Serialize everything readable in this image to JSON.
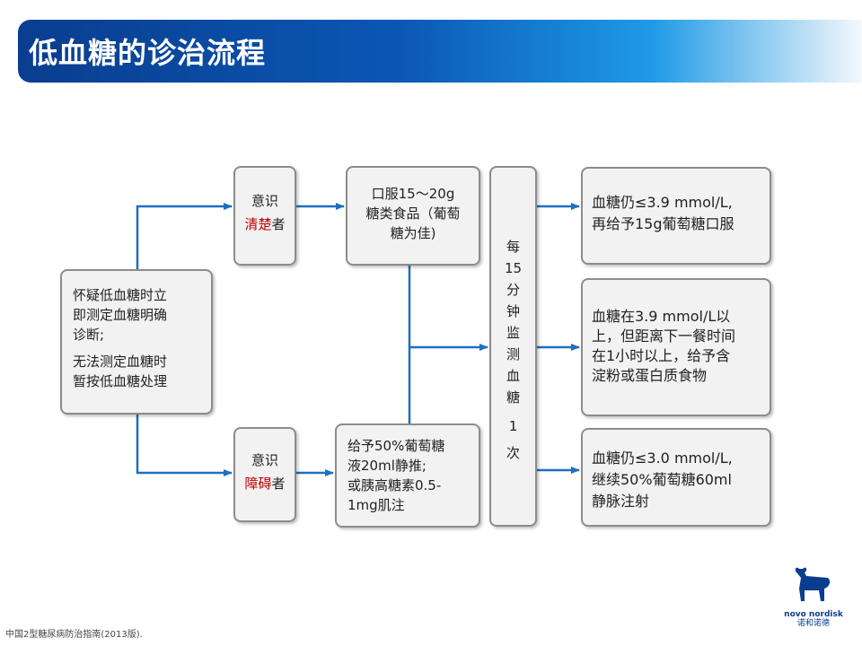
{
  "title": "低血糖的诊治流程",
  "start_box": {
    "line1": "怀疑低血糖时立",
    "line2": "即测定血糖明确",
    "line3": "诊断;",
    "line4": "无法测定血糖时",
    "line5": "暂按低血糖处理"
  },
  "conscious_box": {
    "line1": "意识",
    "red": "清楚",
    "rest": "者"
  },
  "impaired_box": {
    "line1": "意识",
    "red": "障碍",
    "rest": "者"
  },
  "oral_box": {
    "line1": "口服15～20g",
    "line2": "糖类食品（葡萄",
    "line3": "糖为佳)"
  },
  "iv_box": {
    "line1": "给予50%葡萄糖",
    "line2": "液20ml静推;",
    "line3": "或胰高糖素0.5-",
    "line4": "1mg肌注"
  },
  "monitor_box": {
    "chars": [
      "每",
      "15",
      "分",
      "钟",
      "监",
      "测",
      "血",
      "糖",
      "",
      "1",
      "",
      "次"
    ]
  },
  "result_low": {
    "line1": "血糖仍≤3.9 mmol/L,",
    "line2": "再给予15g葡萄糖口服"
  },
  "result_mid": {
    "line1": "血糖在3.9 mmol/L以",
    "line2": "上，但距离下一餐时间",
    "line3": "在1小时以上，给予含",
    "line4": "淀粉或蛋白质食物"
  },
  "result_severe": {
    "line1": "血糖仍≤3.0 mmol/L,",
    "line2": "继续50%葡萄糖60ml",
    "line3": "静脉注射"
  },
  "footnote": "中国2型糖尿病防治指南(2013版).",
  "logo": {
    "icon": "bull-icon",
    "brand": "novo nordisk",
    "brand_cn": "诺和诺德"
  },
  "colors": {
    "arrow": "#1f6fc0",
    "accent_red": "#c00000",
    "title_dark": "#0a3d8f",
    "title_light": "#1e9ae6"
  }
}
